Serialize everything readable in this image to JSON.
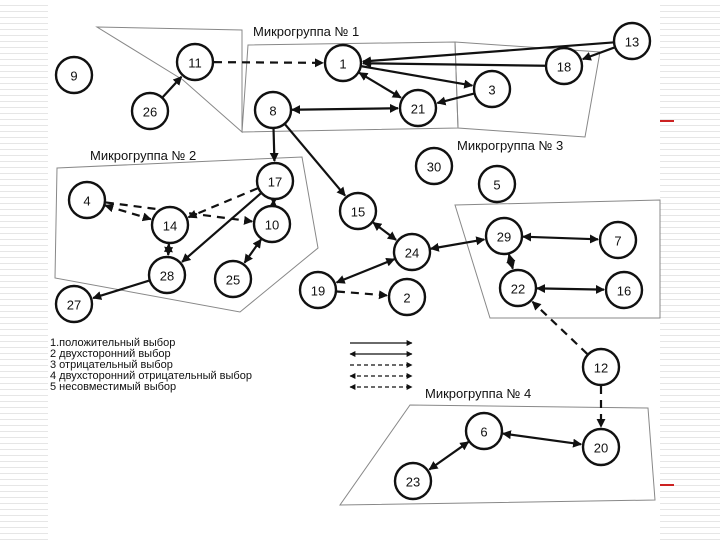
{
  "colors": {
    "stroke": "#111111",
    "accent": "#cc2222",
    "group_outline": "#888888"
  },
  "groups": [
    {
      "id": "g1",
      "label": "Микрогруппа  № 1"
    },
    {
      "id": "g2",
      "label": "Микрогруппа  № 2"
    },
    {
      "id": "g3",
      "label": "Микрогруппа  № 3"
    },
    {
      "id": "g4",
      "label": "Микрогруппа  № 4"
    }
  ],
  "nodes": [
    "1",
    "2",
    "3",
    "4",
    "5",
    "6",
    "7",
    "8",
    "9",
    "10",
    "11",
    "12",
    "13",
    "14",
    "15",
    "16",
    "17",
    "18",
    "19",
    "20",
    "21",
    "22",
    "23",
    "24",
    "25",
    "26",
    "27",
    "28",
    "29",
    "30"
  ],
  "edges": [
    {
      "from": "11",
      "to": "1",
      "kind": "negative"
    },
    {
      "from": "13",
      "to": "1",
      "kind": "positive"
    },
    {
      "from": "13",
      "to": "18",
      "kind": "positive"
    },
    {
      "from": "18",
      "to": "1",
      "kind": "positive"
    },
    {
      "from": "1",
      "to": "3",
      "kind": "positive"
    },
    {
      "from": "1",
      "to": "21",
      "kind": "mutual"
    },
    {
      "from": "3",
      "to": "21",
      "kind": "positive"
    },
    {
      "from": "8",
      "to": "21",
      "kind": "mutual"
    },
    {
      "from": "26",
      "to": "11",
      "kind": "positive"
    },
    {
      "from": "8",
      "to": "17",
      "kind": "positive"
    },
    {
      "from": "8",
      "to": "15",
      "kind": "positive"
    },
    {
      "from": "17",
      "to": "14",
      "kind": "negative"
    },
    {
      "from": "17",
      "to": "28",
      "kind": "positive"
    },
    {
      "from": "17",
      "to": "10",
      "kind": "mutual"
    },
    {
      "from": "4",
      "to": "14",
      "kind": "mutual_negative"
    },
    {
      "from": "4",
      "to": "10",
      "kind": "negative"
    },
    {
      "from": "14",
      "to": "28",
      "kind": "mutual"
    },
    {
      "from": "10",
      "to": "25",
      "kind": "mutual"
    },
    {
      "from": "28",
      "to": "27",
      "kind": "positive"
    },
    {
      "from": "15",
      "to": "24",
      "kind": "mutual"
    },
    {
      "from": "24",
      "to": "19",
      "kind": "mutual"
    },
    {
      "from": "24",
      "to": "29",
      "kind": "mutual"
    },
    {
      "from": "19",
      "to": "2",
      "kind": "negative"
    },
    {
      "from": "29",
      "to": "7",
      "kind": "mutual"
    },
    {
      "from": "29",
      "to": "22",
      "kind": "mutual"
    },
    {
      "from": "22",
      "to": "16",
      "kind": "mutual"
    },
    {
      "from": "12",
      "to": "22",
      "kind": "negative"
    },
    {
      "from": "12",
      "to": "20",
      "kind": "negative"
    },
    {
      "from": "6",
      "to": "20",
      "kind": "mutual"
    },
    {
      "from": "6",
      "to": "23",
      "kind": "mutual"
    }
  ],
  "legend": [
    {
      "label": "1.положительный выбор",
      "kind": "positive"
    },
    {
      "label": "2 двухсторонний выбор",
      "kind": "mutual"
    },
    {
      "label": "3 отрицательный выбор",
      "kind": "negative"
    },
    {
      "label": "4 двухсторонний отрицательный выбор",
      "kind": "mutual_negative"
    },
    {
      "label": "5 несовместимый выбор",
      "kind": "incompatible"
    }
  ]
}
